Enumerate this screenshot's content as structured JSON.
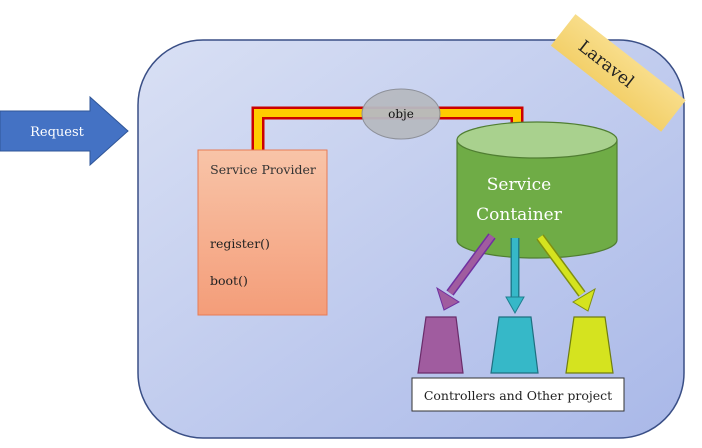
{
  "request": {
    "label": "Request"
  },
  "laravel": {
    "label": "Laravel"
  },
  "object_bubble": {
    "label": "obje"
  },
  "service_provider": {
    "title": "Service Provider",
    "methods": [
      "register()",
      "boot()"
    ]
  },
  "service_container": {
    "line1": "Service",
    "line2": "Container"
  },
  "consumers": {
    "caption": "Controllers and Other project",
    "shape_colors": [
      "#a05c9f",
      "#36b8c8",
      "#d5e31f"
    ]
  },
  "colors": {
    "frame_fill": "#c5d0ef",
    "request_arrow": "#4472c4",
    "provider_fill": "#f6a988",
    "container_fill": "#70ad47",
    "flow_arrow": "#ff9900",
    "laravel_ribbon": "#f7d77e"
  }
}
